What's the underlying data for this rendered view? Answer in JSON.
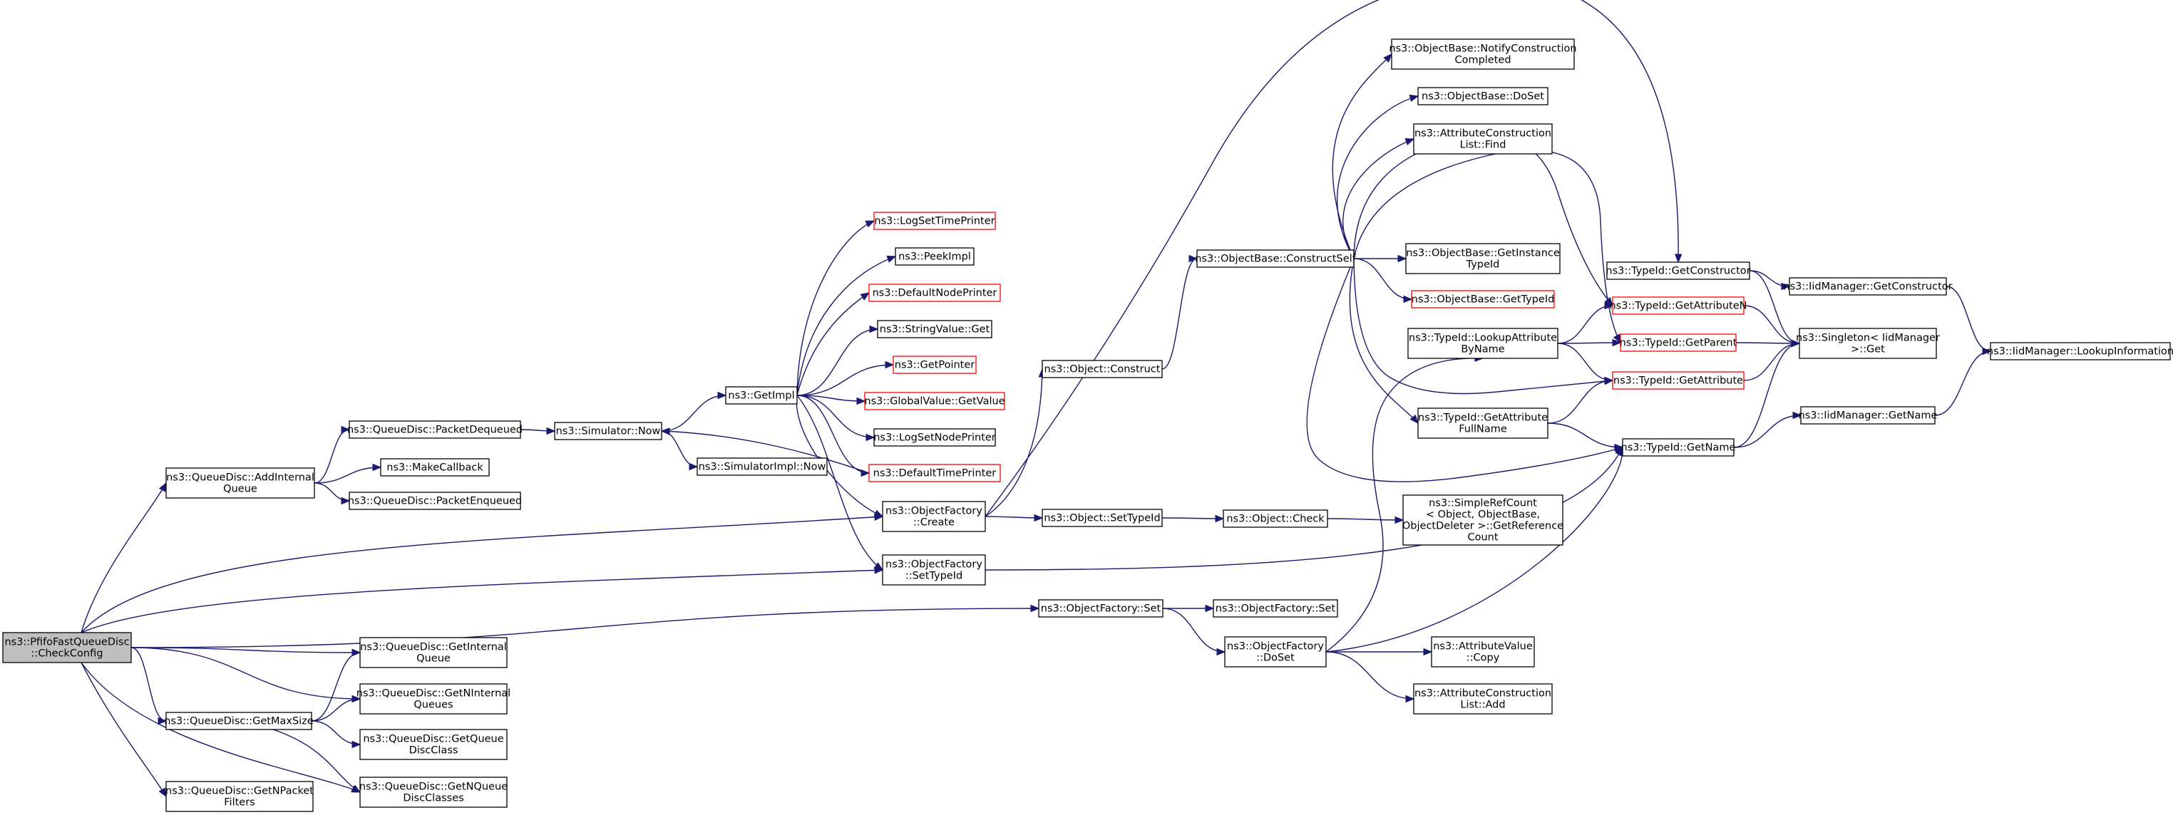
{
  "diagram": {
    "nodes": [
      {
        "id": "root",
        "lines": [
          "ns3::PfifoFastQueueDisc",
          "::CheckConfig"
        ],
        "border": "root"
      },
      {
        "id": "addInternalQueue",
        "lines": [
          "ns3::QueueDisc::AddInternal",
          "Queue"
        ]
      },
      {
        "id": "objFactoryCreate",
        "lines": [
          "ns3::ObjectFactory",
          "::Create"
        ]
      },
      {
        "id": "objFactorySetTypeId",
        "lines": [
          "ns3::ObjectFactory",
          "::SetTypeId"
        ]
      },
      {
        "id": "objFactorySet",
        "lines": [
          "ns3::ObjectFactory::Set"
        ]
      },
      {
        "id": "getInternalQueue",
        "lines": [
          "ns3::QueueDisc::GetInternal",
          "Queue"
        ]
      },
      {
        "id": "getMaxSize",
        "lines": [
          "ns3::QueueDisc::GetMaxSize"
        ]
      },
      {
        "id": "getNInternalQueues",
        "lines": [
          "ns3::QueueDisc::GetNInternal",
          "Queues"
        ]
      },
      {
        "id": "getNPacketFilters",
        "lines": [
          "ns3::QueueDisc::GetNPacket",
          "Filters"
        ]
      },
      {
        "id": "getNQueueDiscClasses",
        "lines": [
          "ns3::QueueDisc::GetNQueue",
          "DiscClasses"
        ]
      },
      {
        "id": "packetDequeued",
        "lines": [
          "ns3::QueueDisc::PacketDequeued"
        ]
      },
      {
        "id": "makeCallback",
        "lines": [
          "ns3::MakeCallback"
        ]
      },
      {
        "id": "packetEnqueued",
        "lines": [
          "ns3::QueueDisc::PacketEnqueued"
        ]
      },
      {
        "id": "getQueueDiscClass",
        "lines": [
          "ns3::QueueDisc::GetQueue",
          "DiscClass"
        ]
      },
      {
        "id": "simulatorNow",
        "lines": [
          "ns3::Simulator::Now"
        ]
      },
      {
        "id": "getImpl",
        "lines": [
          "ns3::GetImpl"
        ]
      },
      {
        "id": "simulatorImplNow",
        "lines": [
          "ns3::SimulatorImpl::Now"
        ]
      },
      {
        "id": "logSetTimePrinter",
        "lines": [
          "ns3::LogSetTimePrinter"
        ],
        "border": "red"
      },
      {
        "id": "peekImpl",
        "lines": [
          "ns3::PeekImpl"
        ]
      },
      {
        "id": "defaultNodePrinter",
        "lines": [
          "ns3::DefaultNodePrinter"
        ],
        "border": "red"
      },
      {
        "id": "stringValueGet",
        "lines": [
          "ns3::StringValue::Get"
        ]
      },
      {
        "id": "getPointer",
        "lines": [
          "ns3::GetPointer"
        ],
        "border": "red"
      },
      {
        "id": "globalValueGetValue",
        "lines": [
          "ns3::GlobalValue::GetValue"
        ],
        "border": "red"
      },
      {
        "id": "logSetNodePrinter",
        "lines": [
          "ns3::LogSetNodePrinter"
        ]
      },
      {
        "id": "defaultTimePrinter",
        "lines": [
          "ns3::DefaultTimePrinter"
        ],
        "border": "red"
      },
      {
        "id": "objectConstruct",
        "lines": [
          "ns3::Object::Construct"
        ]
      },
      {
        "id": "objectSetTypeId",
        "lines": [
          "ns3::Object::SetTypeId"
        ]
      },
      {
        "id": "objFactoryDoSet",
        "lines": [
          "ns3::ObjectFactory",
          "::DoSet"
        ]
      },
      {
        "id": "objFactorySet2",
        "lines": [
          "ns3::ObjectFactory::Set"
        ]
      },
      {
        "id": "constructSelf",
        "lines": [
          "ns3::ObjectBase::ConstructSelf"
        ]
      },
      {
        "id": "objectCheck",
        "lines": [
          "ns3::Object::Check"
        ]
      },
      {
        "id": "notifyConstruction",
        "lines": [
          "ns3::ObjectBase::NotifyConstruction",
          "Completed"
        ]
      },
      {
        "id": "objectBaseDoSet",
        "lines": [
          "ns3::ObjectBase::DoSet"
        ]
      },
      {
        "id": "attrConstructionFind",
        "lines": [
          "ns3::AttributeConstruction",
          "List::Find"
        ]
      },
      {
        "id": "getInstanceTypeId",
        "lines": [
          "ns3::ObjectBase::GetInstance",
          "TypeId"
        ]
      },
      {
        "id": "objectBaseGetTypeId",
        "lines": [
          "ns3::ObjectBase::GetTypeId"
        ],
        "border": "red"
      },
      {
        "id": "lookupAttributeByName",
        "lines": [
          "ns3::TypeId::LookupAttribute",
          "ByName"
        ]
      },
      {
        "id": "getAttributeFullName",
        "lines": [
          "ns3::TypeId::GetAttribute",
          "FullName"
        ]
      },
      {
        "id": "simpleRefCount",
        "lines": [
          "ns3::SimpleRefCount",
          "< Object, ObjectBase,",
          " ObjectDeleter >::GetReference",
          "Count"
        ]
      },
      {
        "id": "attrValueCopy",
        "lines": [
          "ns3::AttributeValue",
          "::Copy"
        ]
      },
      {
        "id": "attrConstructionAdd",
        "lines": [
          "ns3::AttributeConstruction",
          "List::Add"
        ]
      },
      {
        "id": "typeIdGetConstructor",
        "lines": [
          "ns3::TypeId::GetConstructor"
        ]
      },
      {
        "id": "typeIdGetAttributeN",
        "lines": [
          "ns3::TypeId::GetAttributeN"
        ],
        "border": "red"
      },
      {
        "id": "typeIdGetParent",
        "lines": [
          "ns3::TypeId::GetParent"
        ],
        "border": "red"
      },
      {
        "id": "typeIdGetAttribute",
        "lines": [
          "ns3::TypeId::GetAttribute"
        ],
        "border": "red"
      },
      {
        "id": "typeIdGetName",
        "lines": [
          "ns3::TypeId::GetName"
        ]
      },
      {
        "id": "iidGetConstructor",
        "lines": [
          "ns3::IidManager::GetConstructor"
        ]
      },
      {
        "id": "singletonGet",
        "lines": [
          "ns3::Singleton< IidManager",
          " >::Get"
        ]
      },
      {
        "id": "iidGetName",
        "lines": [
          "ns3::IidManager::GetName"
        ]
      },
      {
        "id": "lookupInformation",
        "lines": [
          "ns3::IidManager::LookupInformation"
        ]
      }
    ]
  }
}
